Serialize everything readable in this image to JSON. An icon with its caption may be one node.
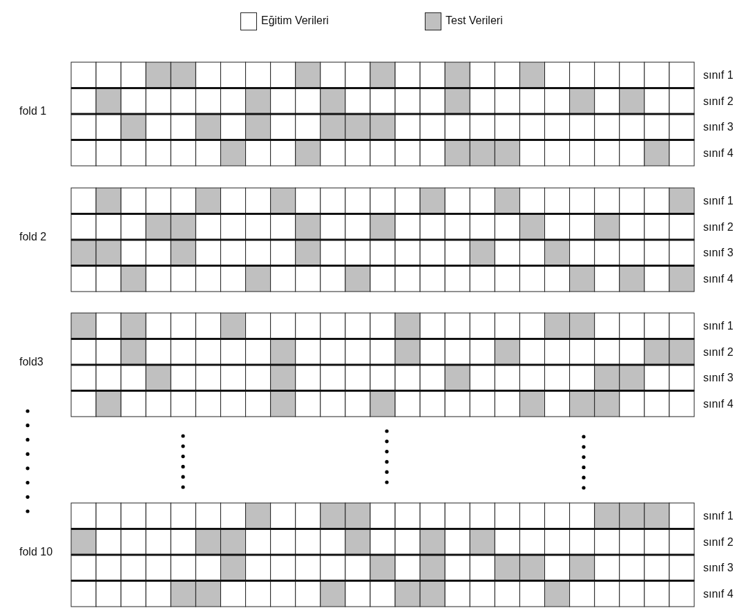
{
  "diagram": {
    "nodes": [
      {
        "text": [
          "fold 1"
        ],
        "beside": [
          "sınıf 1",
          "sınıf 2",
          "sınıf 3",
          "sınıf 4"
        ]
      },
      {
        "text": [
          "fold 2"
        ],
        "beside": [
          "sınıf 1",
          "sınıf 2",
          "sınıf 3",
          "sınıf 4"
        ]
      },
      {
        "text": [
          "fold3"
        ],
        "beside": [
          "sınıf 1",
          "sınıf 2",
          "sınıf 3",
          "sınıf 4"
        ]
      },
      {
        "text": [
          "fold 10"
        ],
        "beside": [
          "sınıf 1",
          "sınıf 2",
          "sınıf 3",
          "sınıf 4"
        ]
      }
    ],
    "legend": [
      {
        "text": "Eğitim Verileri",
        "color": "#ffffff"
      },
      {
        "text": "Test Verileri",
        "color": "#c0c0c0"
      }
    ]
  }
}
